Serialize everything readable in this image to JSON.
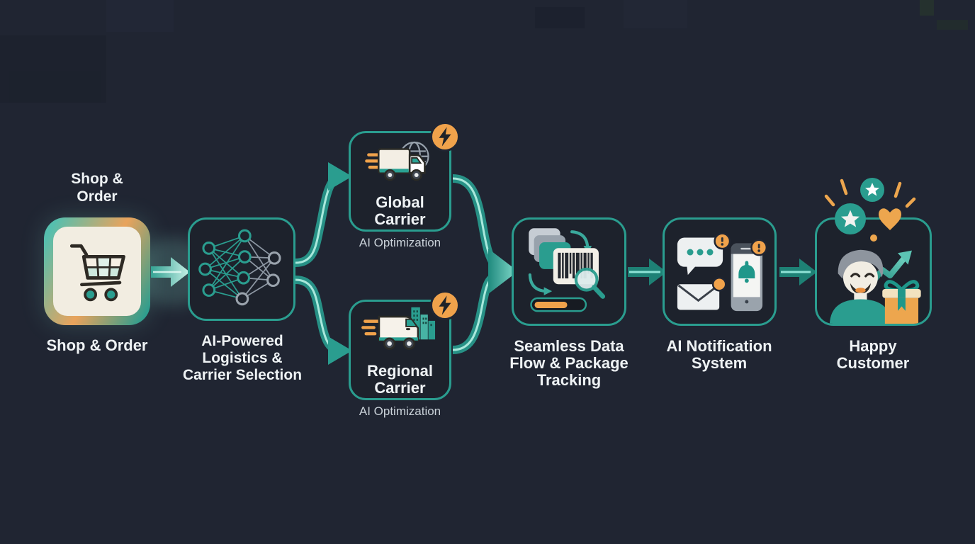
{
  "background_color": "#202532",
  "accent": {
    "teal": "#2a9d8f",
    "teal_light": "#8fe0d4",
    "teal_dark": "#1e8175",
    "orange": "#f0a24b",
    "cream": "#f2ede1",
    "text_primary": "#eef2f4",
    "text_muted": "#c9d1d8"
  },
  "flow": {
    "nodes": [
      {
        "id": "shop-order",
        "top_label": [
          "Shop &",
          "Order"
        ],
        "bottom_label": [
          "Shop & Order"
        ],
        "icon": "shopping-cart-icon"
      },
      {
        "id": "ai-logistics",
        "bottom_label": [
          "AI-Powered",
          "Logistics &",
          "Carrier Selection"
        ],
        "icon": "neural-network-icon"
      },
      {
        "id": "global-carrier",
        "inside_label": [
          "Global",
          "Carrier"
        ],
        "sublabel": "AI Optimization",
        "icon": "global-carrier-truck-icon",
        "badge": "lightning-badge"
      },
      {
        "id": "regional-carrier",
        "inside_label": [
          "Regional",
          "Carrier"
        ],
        "sublabel": "AI Optimization",
        "icon": "regional-carrier-van-icon",
        "badge": "lightning-badge"
      },
      {
        "id": "data-tracking",
        "bottom_label": [
          "Seamless Data",
          "Flow & Package",
          "Tracking"
        ],
        "icon": "package-tracking-icon"
      },
      {
        "id": "ai-notification",
        "bottom_label": [
          "AI Notification",
          "System"
        ],
        "icon": "notification-system-icon"
      },
      {
        "id": "happy-customer",
        "bottom_label": [
          "Happy",
          "Customer"
        ],
        "icon": "happy-customer-icon"
      }
    ]
  }
}
